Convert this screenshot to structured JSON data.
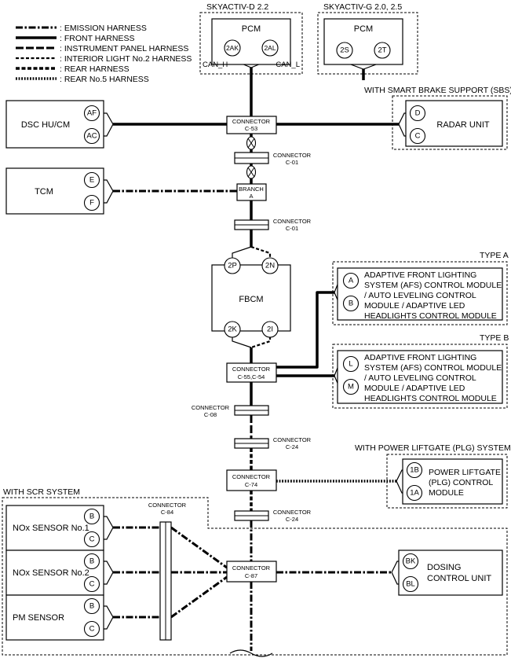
{
  "legend": [
    {
      "style": "emission",
      "label": ": EMISSION HARNESS"
    },
    {
      "style": "front",
      "label": ": FRONT HARNESS"
    },
    {
      "style": "instrument",
      "label": ": INSTRUMENT PANEL HARNESS"
    },
    {
      "style": "interior",
      "label": ": INTERIOR LIGHT No.2 HARNESS"
    },
    {
      "style": "rear",
      "label": ": REAR HARNESS"
    },
    {
      "style": "rear5",
      "label": ": REAR No.5 HARNESS"
    }
  ],
  "groups": {
    "skyactiv_d": "SKYACTIV-D 2.2",
    "skyactiv_g": "SKYACTIV-G 2.0, 2.5",
    "sbs": "WITH SMART BRAKE SUPPORT (SBS)",
    "type_a": "TYPE A",
    "type_b": "TYPE B",
    "plg": "WITH POWER LIFTGATE (PLG) SYSTEM",
    "scr": "WITH SCR SYSTEM"
  },
  "modules": {
    "pcm_d": {
      "name": "PCM",
      "pins": [
        "2AK",
        "2AL"
      ],
      "can_h": "CAN_H",
      "can_l": "CAN_L"
    },
    "pcm_g": {
      "name": "PCM",
      "pins": [
        "2S",
        "2T"
      ]
    },
    "dsc": {
      "name": "DSC HU/CM",
      "pins": [
        "AF",
        "AC"
      ]
    },
    "radar": {
      "name": "RADAR UNIT",
      "pins": [
        "D",
        "C"
      ]
    },
    "tcm": {
      "name": "TCM",
      "pins": [
        "E",
        "F"
      ]
    },
    "fbcm": {
      "name": "FBCM",
      "pins_top": [
        "2P",
        "2N"
      ],
      "pins_bottom": [
        "2K",
        "2I"
      ]
    },
    "afs_a": {
      "name_lines": [
        "ADAPTIVE FRONT LIGHTING",
        "SYSTEM (AFS) CONTROL MODULE",
        "/ AUTO LEVELING CONTROL",
        "MODULE / ADAPTIVE LED",
        "HEADLIGHTS CONTROL MODULE"
      ],
      "pins": [
        "A",
        "B"
      ]
    },
    "afs_b": {
      "name_lines": [
        "ADAPTIVE FRONT LIGHTING",
        "SYSTEM (AFS) CONTROL MODULE",
        "/ AUTO LEVELING CONTROL",
        "MODULE / ADAPTIVE LED",
        "HEADLIGHTS CONTROL MODULE"
      ],
      "pins": [
        "L",
        "M"
      ]
    },
    "plg": {
      "name_lines": [
        "POWER LIFTGATE",
        "(PLG) CONTROL",
        "MODULE"
      ],
      "pins": [
        "1B",
        "1A"
      ]
    },
    "nox1": {
      "name": "NOx SENSOR No.1",
      "pins": [
        "B",
        "C"
      ]
    },
    "nox2": {
      "name": "NOx SENSOR No.2",
      "pins": [
        "B",
        "C"
      ]
    },
    "pm": {
      "name": "PM SENSOR",
      "pins": [
        "B",
        "C"
      ]
    },
    "dosing": {
      "name_lines": [
        "DOSING",
        "CONTROL UNIT"
      ],
      "pins": [
        "BK",
        "BL"
      ]
    }
  },
  "connectors": {
    "c53": {
      "title": "CONNECTOR",
      "code": "C-53"
    },
    "c01a": {
      "title": "CONNECTOR",
      "code": "C-01"
    },
    "branch": {
      "title": "BRANCH",
      "code": "A"
    },
    "c01b": {
      "title": "CONNECTOR",
      "code": "C-01"
    },
    "c5554": {
      "title": "CONNECTOR",
      "code": "C-55,C-54"
    },
    "c08": {
      "title": "CONNECTOR",
      "code": "C-08"
    },
    "c24a": {
      "title": "CONNECTOR",
      "code": "C-24"
    },
    "c74": {
      "title": "CONNECTOR",
      "code": "C-74"
    },
    "c24b": {
      "title": "CONNECTOR",
      "code": "C-24"
    },
    "c84": {
      "title": "CONNECTOR",
      "code": "C-84"
    },
    "c87": {
      "title": "CONNECTOR",
      "code": "C-87"
    }
  }
}
